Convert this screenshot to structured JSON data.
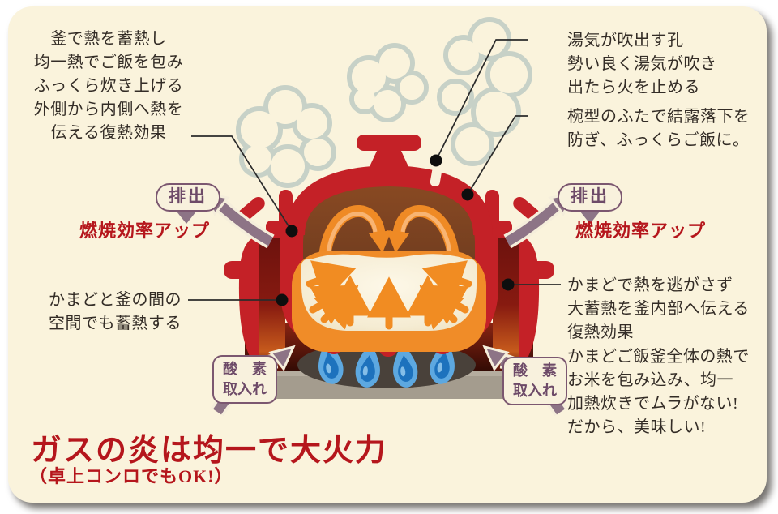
{
  "colors": {
    "background": "#faf3dc",
    "pot_red": "#c42127",
    "dark_red": "#6d120e",
    "text_red": "#b5161c",
    "purple_arrow": "#8d7486",
    "purple_text": "#6d4a68",
    "body_text": "#332c26",
    "flame_blue": "#1d72bd",
    "heat_orange": "#f18c22",
    "steam_gray": "#c7d1c7"
  },
  "annotations": {
    "kama_heat": {
      "lines": [
        "釜で熱を蓄熱し",
        "均一熱でご飯を包み",
        "ふっくら炊き上げる",
        "外側から内側へ熱を",
        "伝える復熱効果"
      ]
    },
    "steam_vent": {
      "lines": [
        "湯気が吹出す孔",
        "勢い良く湯気が吹き",
        "出たら火を止める"
      ]
    },
    "bowl_lid": {
      "lines": [
        "椀型のふたで結露落下を",
        "防ぎ、ふっくらご飯に。"
      ]
    },
    "kamado_space": {
      "lines": [
        "かまどと釜の間の",
        "空間でも蓄熱する"
      ]
    },
    "kamado_heat": {
      "lines": [
        "かまどで熱を逃がさず",
        "大蓄熱を釜内部へ伝える",
        "復熱効果"
      ]
    },
    "whole_heat": {
      "lines": [
        "かまどご飯釜全体の熱で",
        "お米を包み込み、均一",
        "加熱炊きでムラがない!",
        "だから、美味しい!"
      ]
    }
  },
  "labels": {
    "exhaust": "排出",
    "efficiency": "燃焼効率アップ",
    "oxygen": [
      "酸　素",
      "取入れ"
    ]
  },
  "title": {
    "main": "ガスの炎は均一で大火力",
    "sub": "（卓上コンロでもOK!）"
  }
}
